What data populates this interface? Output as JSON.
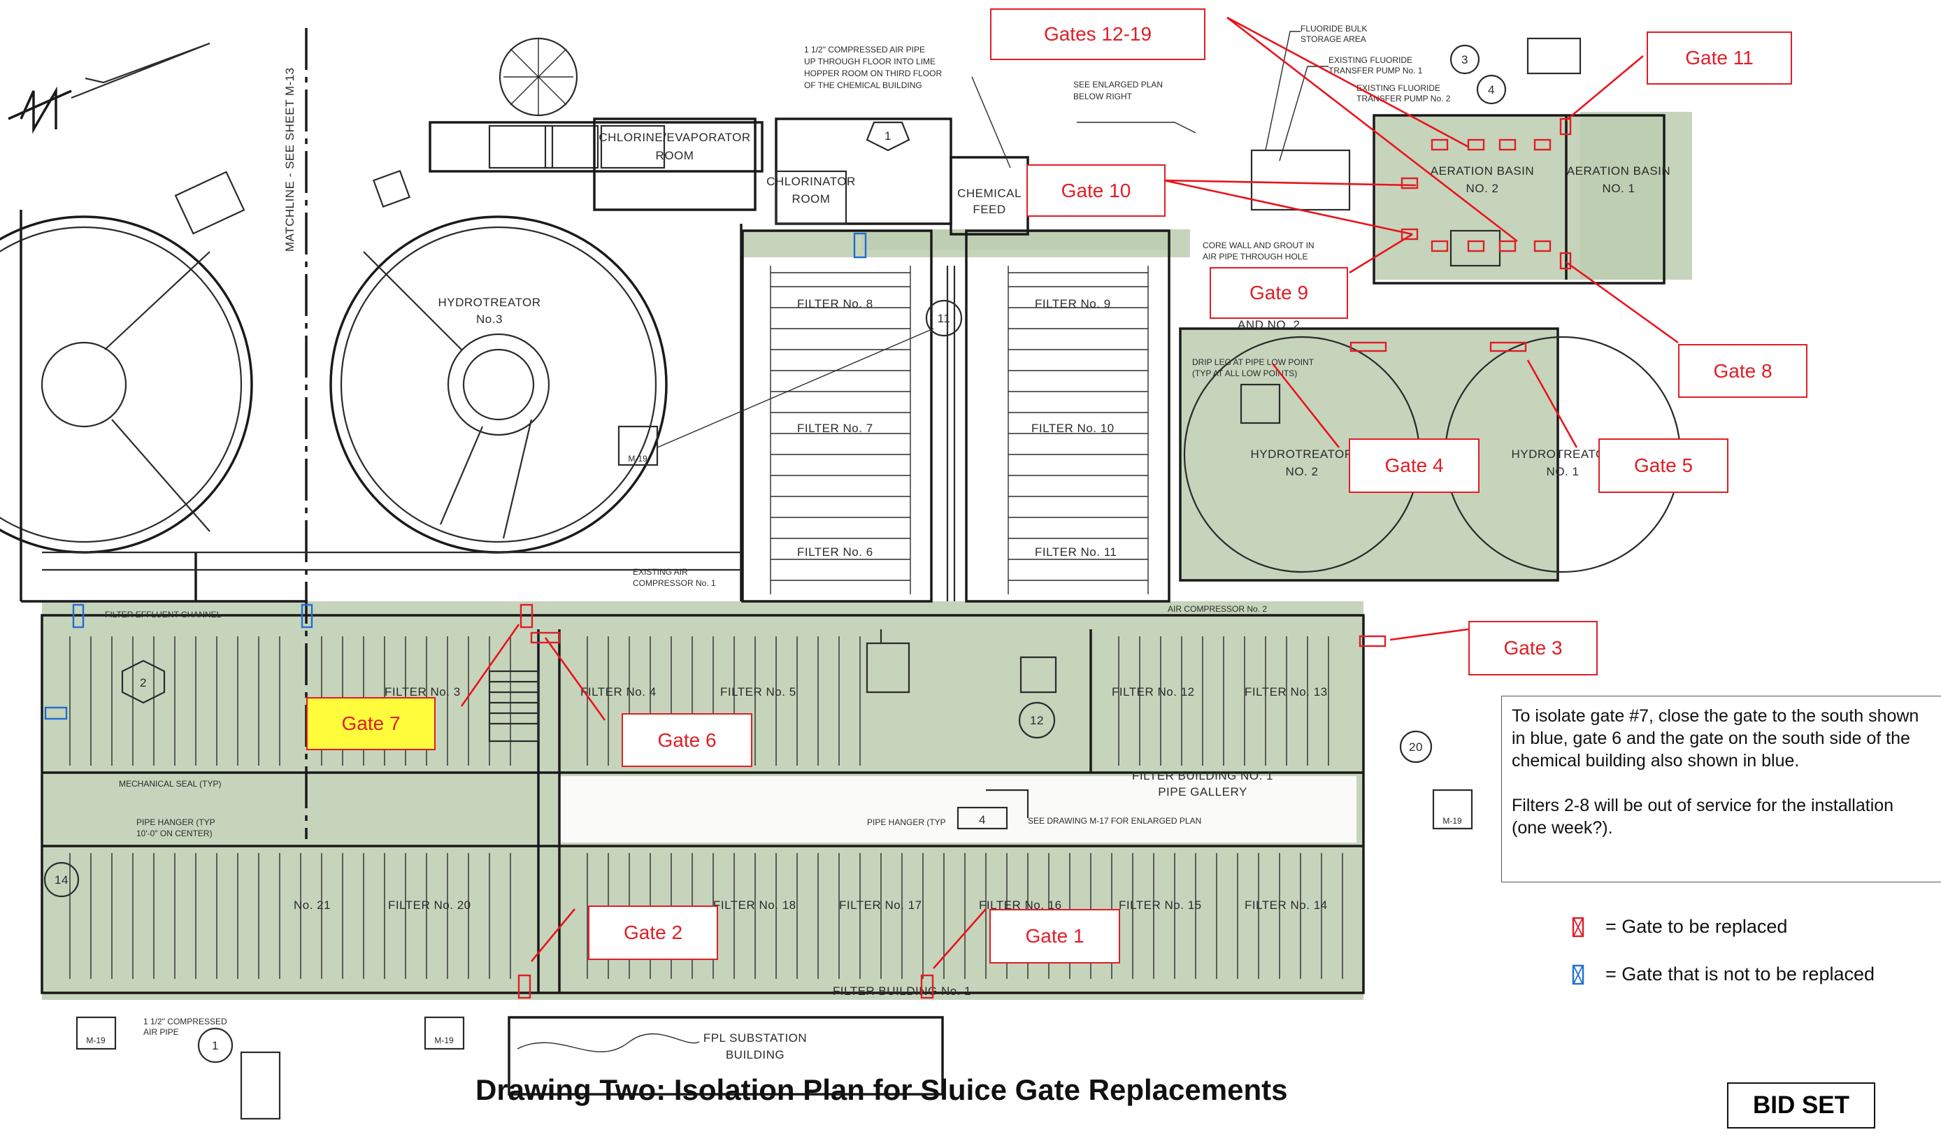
{
  "title": "Drawing Two: Isolation Plan for Sluice Gate Replacements",
  "stamp": "BID SET",
  "note": {
    "line1": "To isolate gate #7, close the gate to the south shown in blue, gate 6 and the gate on the south side of the chemical building also shown in blue.",
    "line2": "Filters 2-8 will be out of service for the installation (one week?)."
  },
  "legend": {
    "replace": "= Gate to be replaced",
    "keep": "= Gate that is not to be replaced"
  },
  "colors": {
    "replace": "#e01e26",
    "keep": "#1f6fd1",
    "highlight": "#fffc3c",
    "shaded_area": "#bccdb0"
  },
  "callouts": {
    "gates_12_19": "Gates 12-19",
    "gate_11": "Gate 11",
    "gate_10": "Gate 10",
    "gate_9": "Gate 9",
    "gate_8": "Gate 8",
    "gate_4": "Gate 4",
    "gate_5": "Gate 5",
    "gate_3": "Gate 3",
    "gate_7": "Gate 7",
    "gate_6": "Gate 6",
    "gate_2": "Gate 2",
    "gate_1": "Gate 1"
  },
  "plan_labels": {
    "hydrotreator_3": [
      "HYDROTREATOR",
      "No.3"
    ],
    "hydrotreator_2": [
      "HYDROTREATOR",
      "NO. 2"
    ],
    "hydrotreator_1": [
      "HYDROTREATOR",
      "NO. 1"
    ],
    "chlorine_room": [
      "CHLORINE/EVAPORATOR",
      "ROOM"
    ],
    "chlorinator_room": [
      "CHLORINATOR",
      "ROOM"
    ],
    "chemical_bldg": [
      "CHEMICAL",
      "FEED"
    ],
    "aeration_2": [
      "AERATION BASIN",
      "NO. 2"
    ],
    "aeration_1": [
      "AERATION BASIN",
      "NO. 1"
    ],
    "filters_upper": [
      "FILTER No. 8",
      "FILTER No. 7",
      "FILTER No. 6",
      "FILTER No. 9",
      "FILTER No. 10",
      "FILTER No. 11"
    ],
    "filters_row1": [
      "FILTER No. 3",
      "FILTER No. 4",
      "FILTER No. 5",
      "FILTER No. 12",
      "FILTER No. 13"
    ],
    "filters_row2": [
      "No. 21",
      "FILTER No. 20",
      "FILTER No. 18",
      "FILTER No. 17",
      "FILTER No. 16",
      "FILTER No. 15",
      "FILTER No. 14"
    ],
    "pipe_gallery": [
      "FILTER BUILDING NO. 1",
      "PIPE GALLERY"
    ],
    "filter_building": "FILTER BUILDING No. 1",
    "fpl_substation": [
      "FPL SUBSTATION",
      "BUILDING"
    ],
    "matchline": "MATCHLINE - SEE SHEET M-13",
    "effluent_channel": "FILTER EFFLUENT CHANNEL",
    "air_compressor_1": [
      "EXISTING AIR",
      "COMPRESSOR No. 1"
    ],
    "air_compressor_2": "AIR COMPRESSOR No. 2",
    "air_pipe_note": [
      "1 1/2\" COMPRESSED AIR PIPE",
      "UP THROUGH FLOOR INTO LIME",
      "HOPPER ROOM ON THIRD FLOOR",
      "OF THE CHEMICAL BUILDING"
    ],
    "enlarged_note": [
      "SEE ENLARGED PLAN",
      "BELOW RIGHT"
    ],
    "fluoride_notes": [
      "FLUORIDE BULK",
      "STORAGE AREA",
      "EXISTING FLUORIDE",
      "TRANSFER PUMP No. 1",
      "EXISTING FLUORIDE",
      "TRANSFER PUMP No. 2"
    ],
    "core_wall": [
      "CORE WALL AND GROUT IN",
      "AIR PIPE THROUGH HOLE"
    ],
    "drip_leg": [
      "DRIP LEG AT PIPE LOW POINT",
      "(TYP AT ALL LOW POINTS)"
    ],
    "seal_note": [
      "MECHANICAL SEAL (TYP)"
    ],
    "hanger_note": [
      "PIPE HANGER (TYP",
      "10'-0\" ON CENTER)"
    ],
    "see_drawing": "SEE DRAWING M-17 FOR ENLARGED PLAN",
    "air_pipe_small": [
      "1 1/2\" COMPRESSED",
      "AIR PIPE"
    ],
    "and_no2": "AND NO. 2",
    "sheet_refs": [
      "M-19",
      "M-13"
    ],
    "circle_numbers": [
      "1",
      "2",
      "3",
      "4",
      "11",
      "12",
      "14",
      "20"
    ]
  }
}
